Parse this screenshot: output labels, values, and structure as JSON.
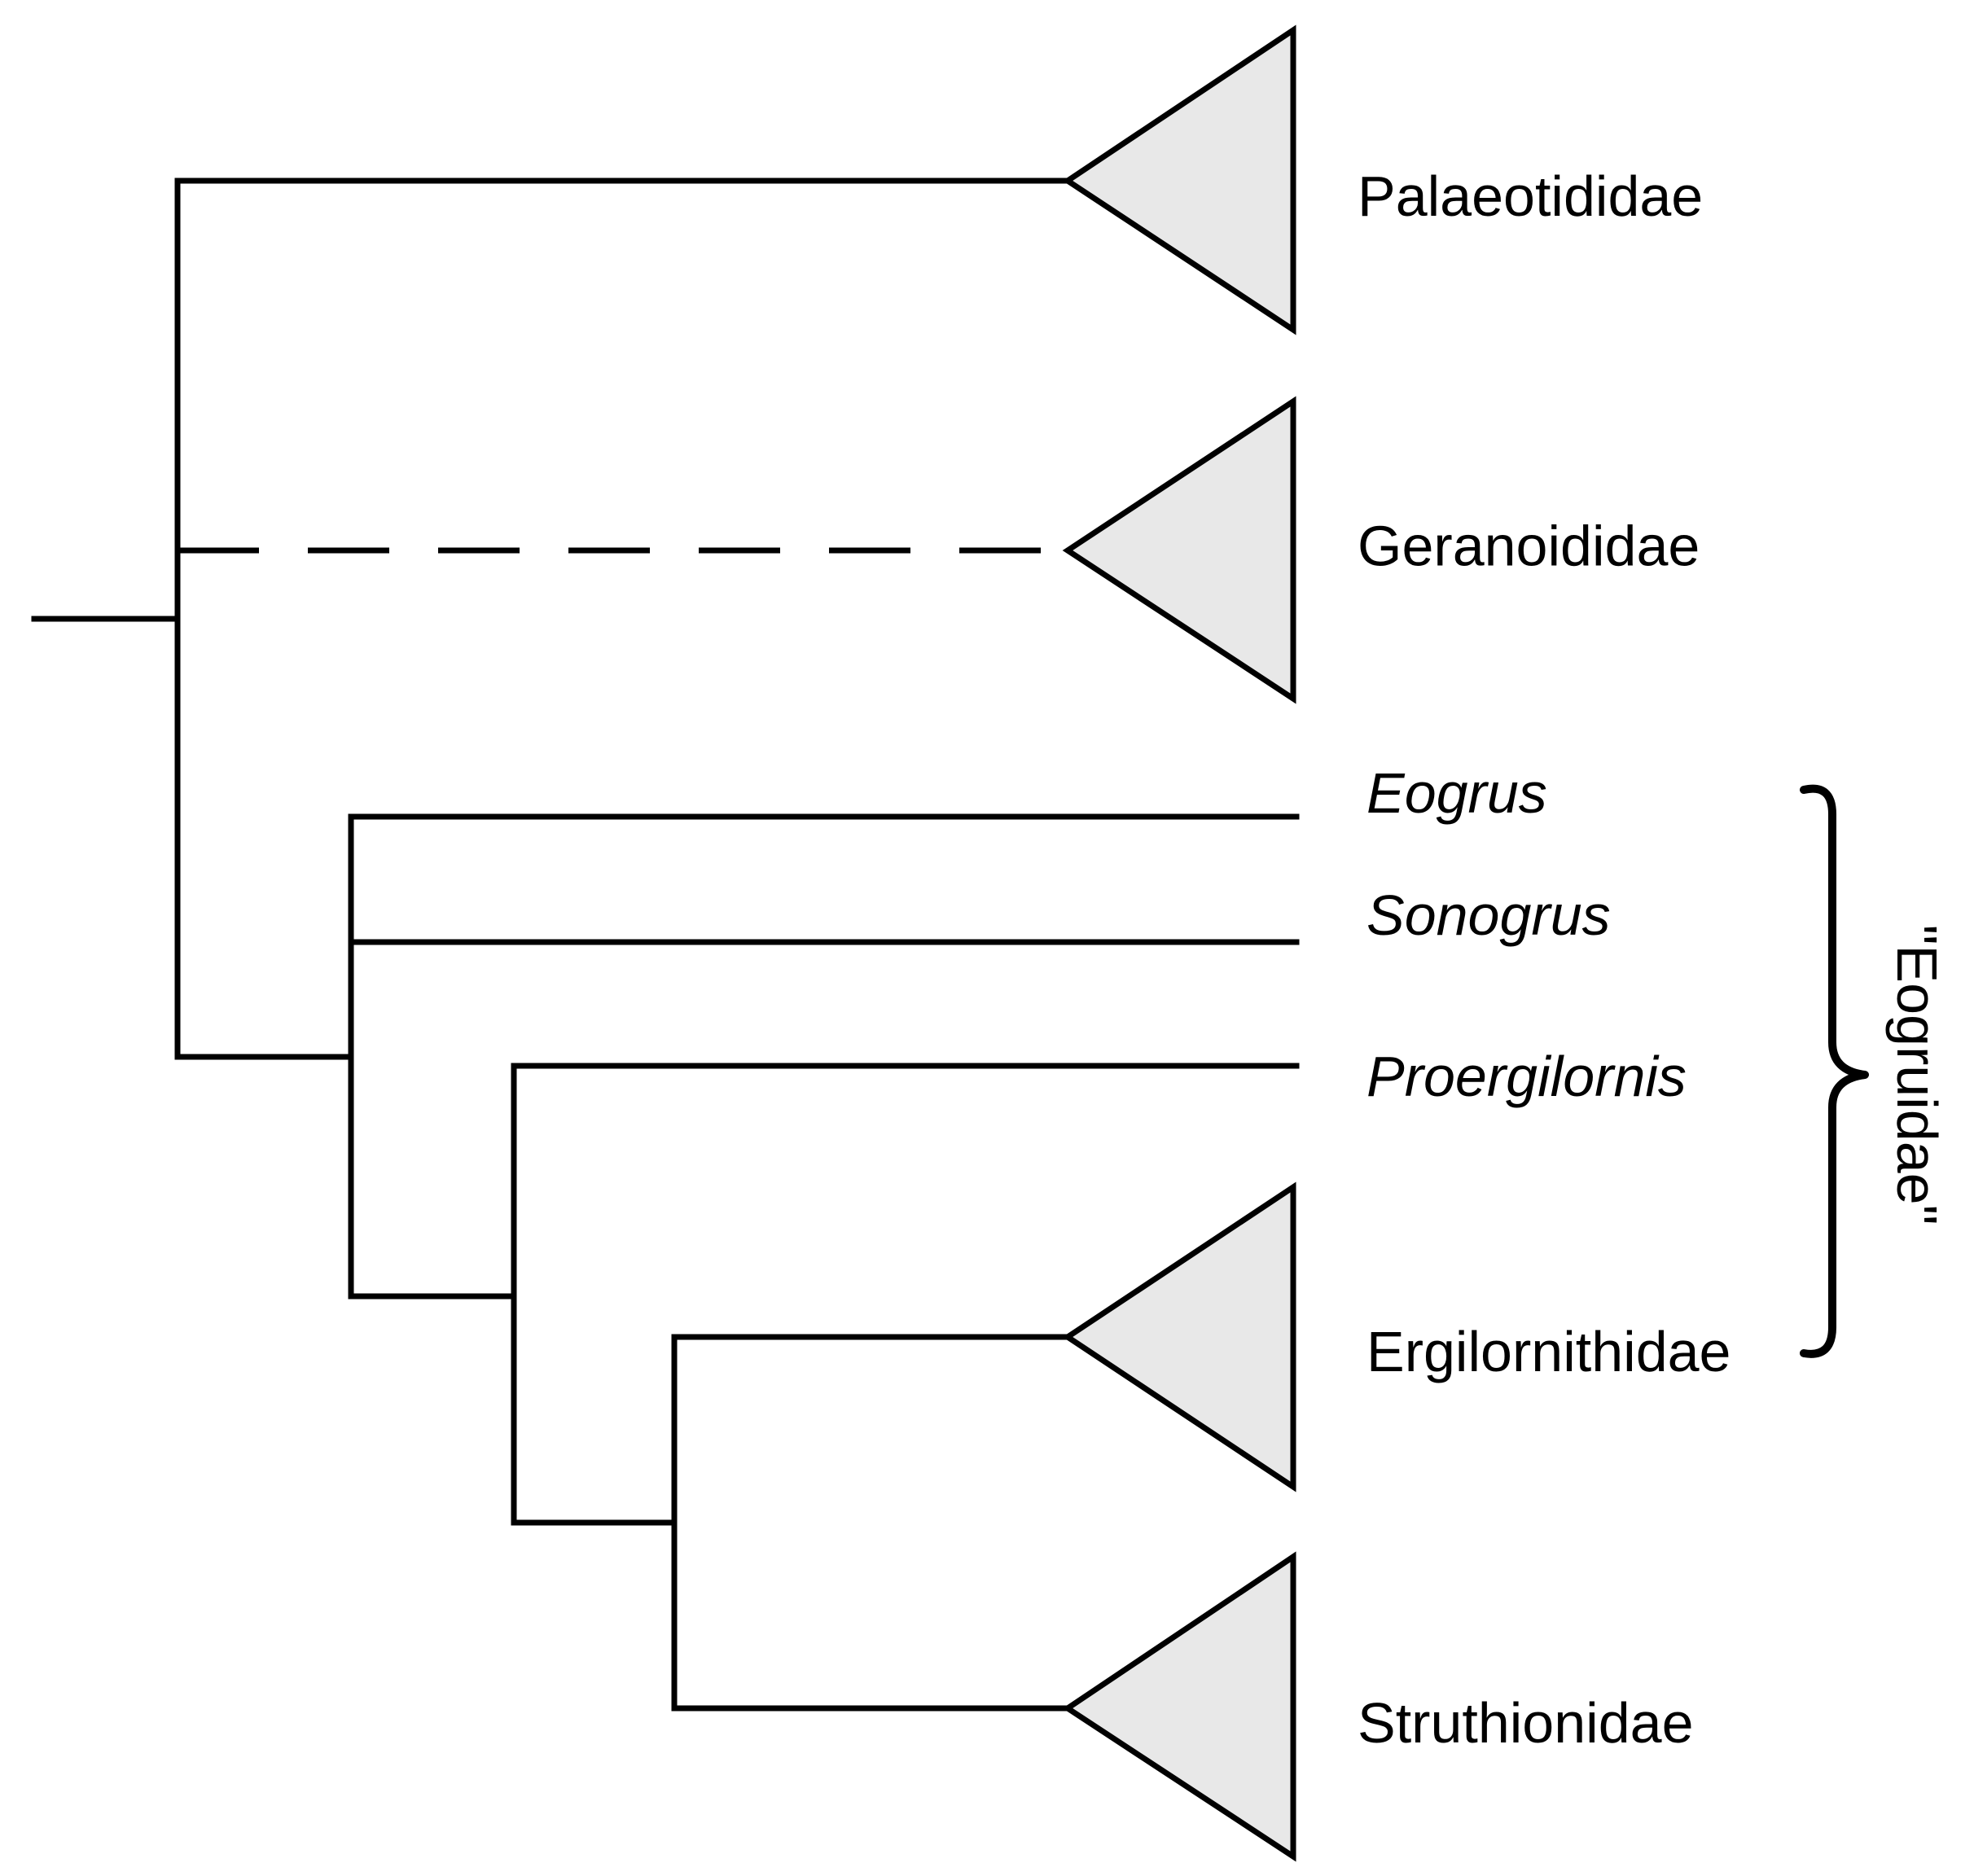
{
  "tree": {
    "taxa": [
      {
        "id": "palaeotididae",
        "name": "Palaeotididae",
        "italic": false,
        "collapsed_clade": true
      },
      {
        "id": "geranoididae",
        "name": "Geranoididae",
        "italic": false,
        "collapsed_clade": true,
        "uncertain_branch": true
      },
      {
        "id": "eogrus",
        "name": "Eogrus",
        "italic": true,
        "collapsed_clade": false
      },
      {
        "id": "sonogrus",
        "name": "Sonogrus",
        "italic": true,
        "collapsed_clade": false
      },
      {
        "id": "proergilornis",
        "name": "Proergilornis",
        "italic": true,
        "collapsed_clade": false
      },
      {
        "id": "ergilornithidae",
        "name": "Ergilornithidae",
        "italic": false,
        "collapsed_clade": true
      },
      {
        "id": "struthionidae",
        "name": "Struthionidae",
        "italic": false,
        "collapsed_clade": true
      }
    ],
    "topology": "(Palaeotididae, Geranoididae, (Eogrus, Sonogrus, (Proergilornis, (Ergilornithidae, Struthionidae))))",
    "group_bracket": {
      "label": "\"Eogruidae\"",
      "includes": [
        "Eogrus",
        "Sonogrus",
        "Proergilornis",
        "Ergilornithidae"
      ]
    }
  },
  "style": {
    "line_color": "#000000",
    "triangle_fill": "#e8e8e8",
    "background": "#ffffff"
  }
}
